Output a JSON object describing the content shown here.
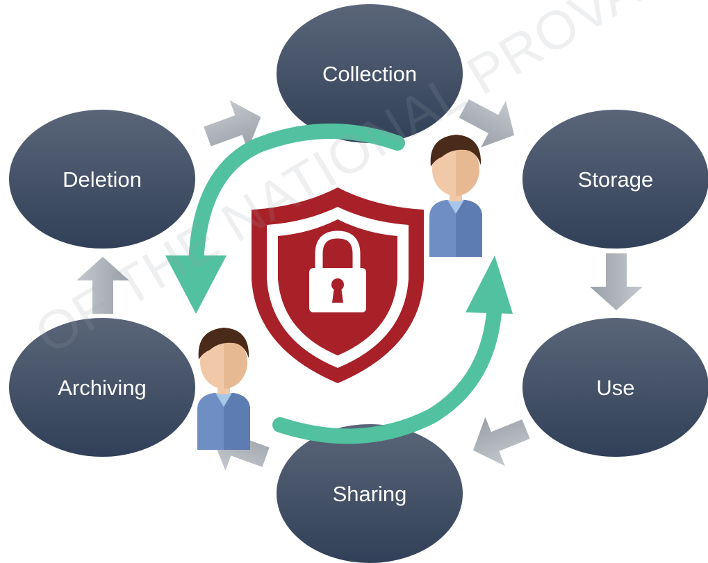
{
  "stages": [
    {
      "id": "collection",
      "label": "Collection"
    },
    {
      "id": "storage",
      "label": "Storage"
    },
    {
      "id": "use",
      "label": "Use"
    },
    {
      "id": "sharing",
      "label": "Sharing"
    },
    {
      "id": "archiving",
      "label": "Archiving"
    },
    {
      "id": "deletion",
      "label": "Deletion"
    }
  ],
  "watermark": "OF THE NATIONAL PROVACY C",
  "colors": {
    "stage_top": "#5a6578",
    "stage_bottom": "#324259",
    "arrow_gray": "#a9aeb6",
    "cycle_green": "#52c19f",
    "shield_red": "#a82028",
    "shield_white": "#ffffff",
    "person_shirt": "#6f8fc4",
    "person_skin": "#f2c9a8",
    "person_hair": "#4a2a18"
  },
  "icons": [
    "shield-lock-icon",
    "person-icon",
    "cycle-arrow-icon",
    "flow-arrow-icon"
  ]
}
